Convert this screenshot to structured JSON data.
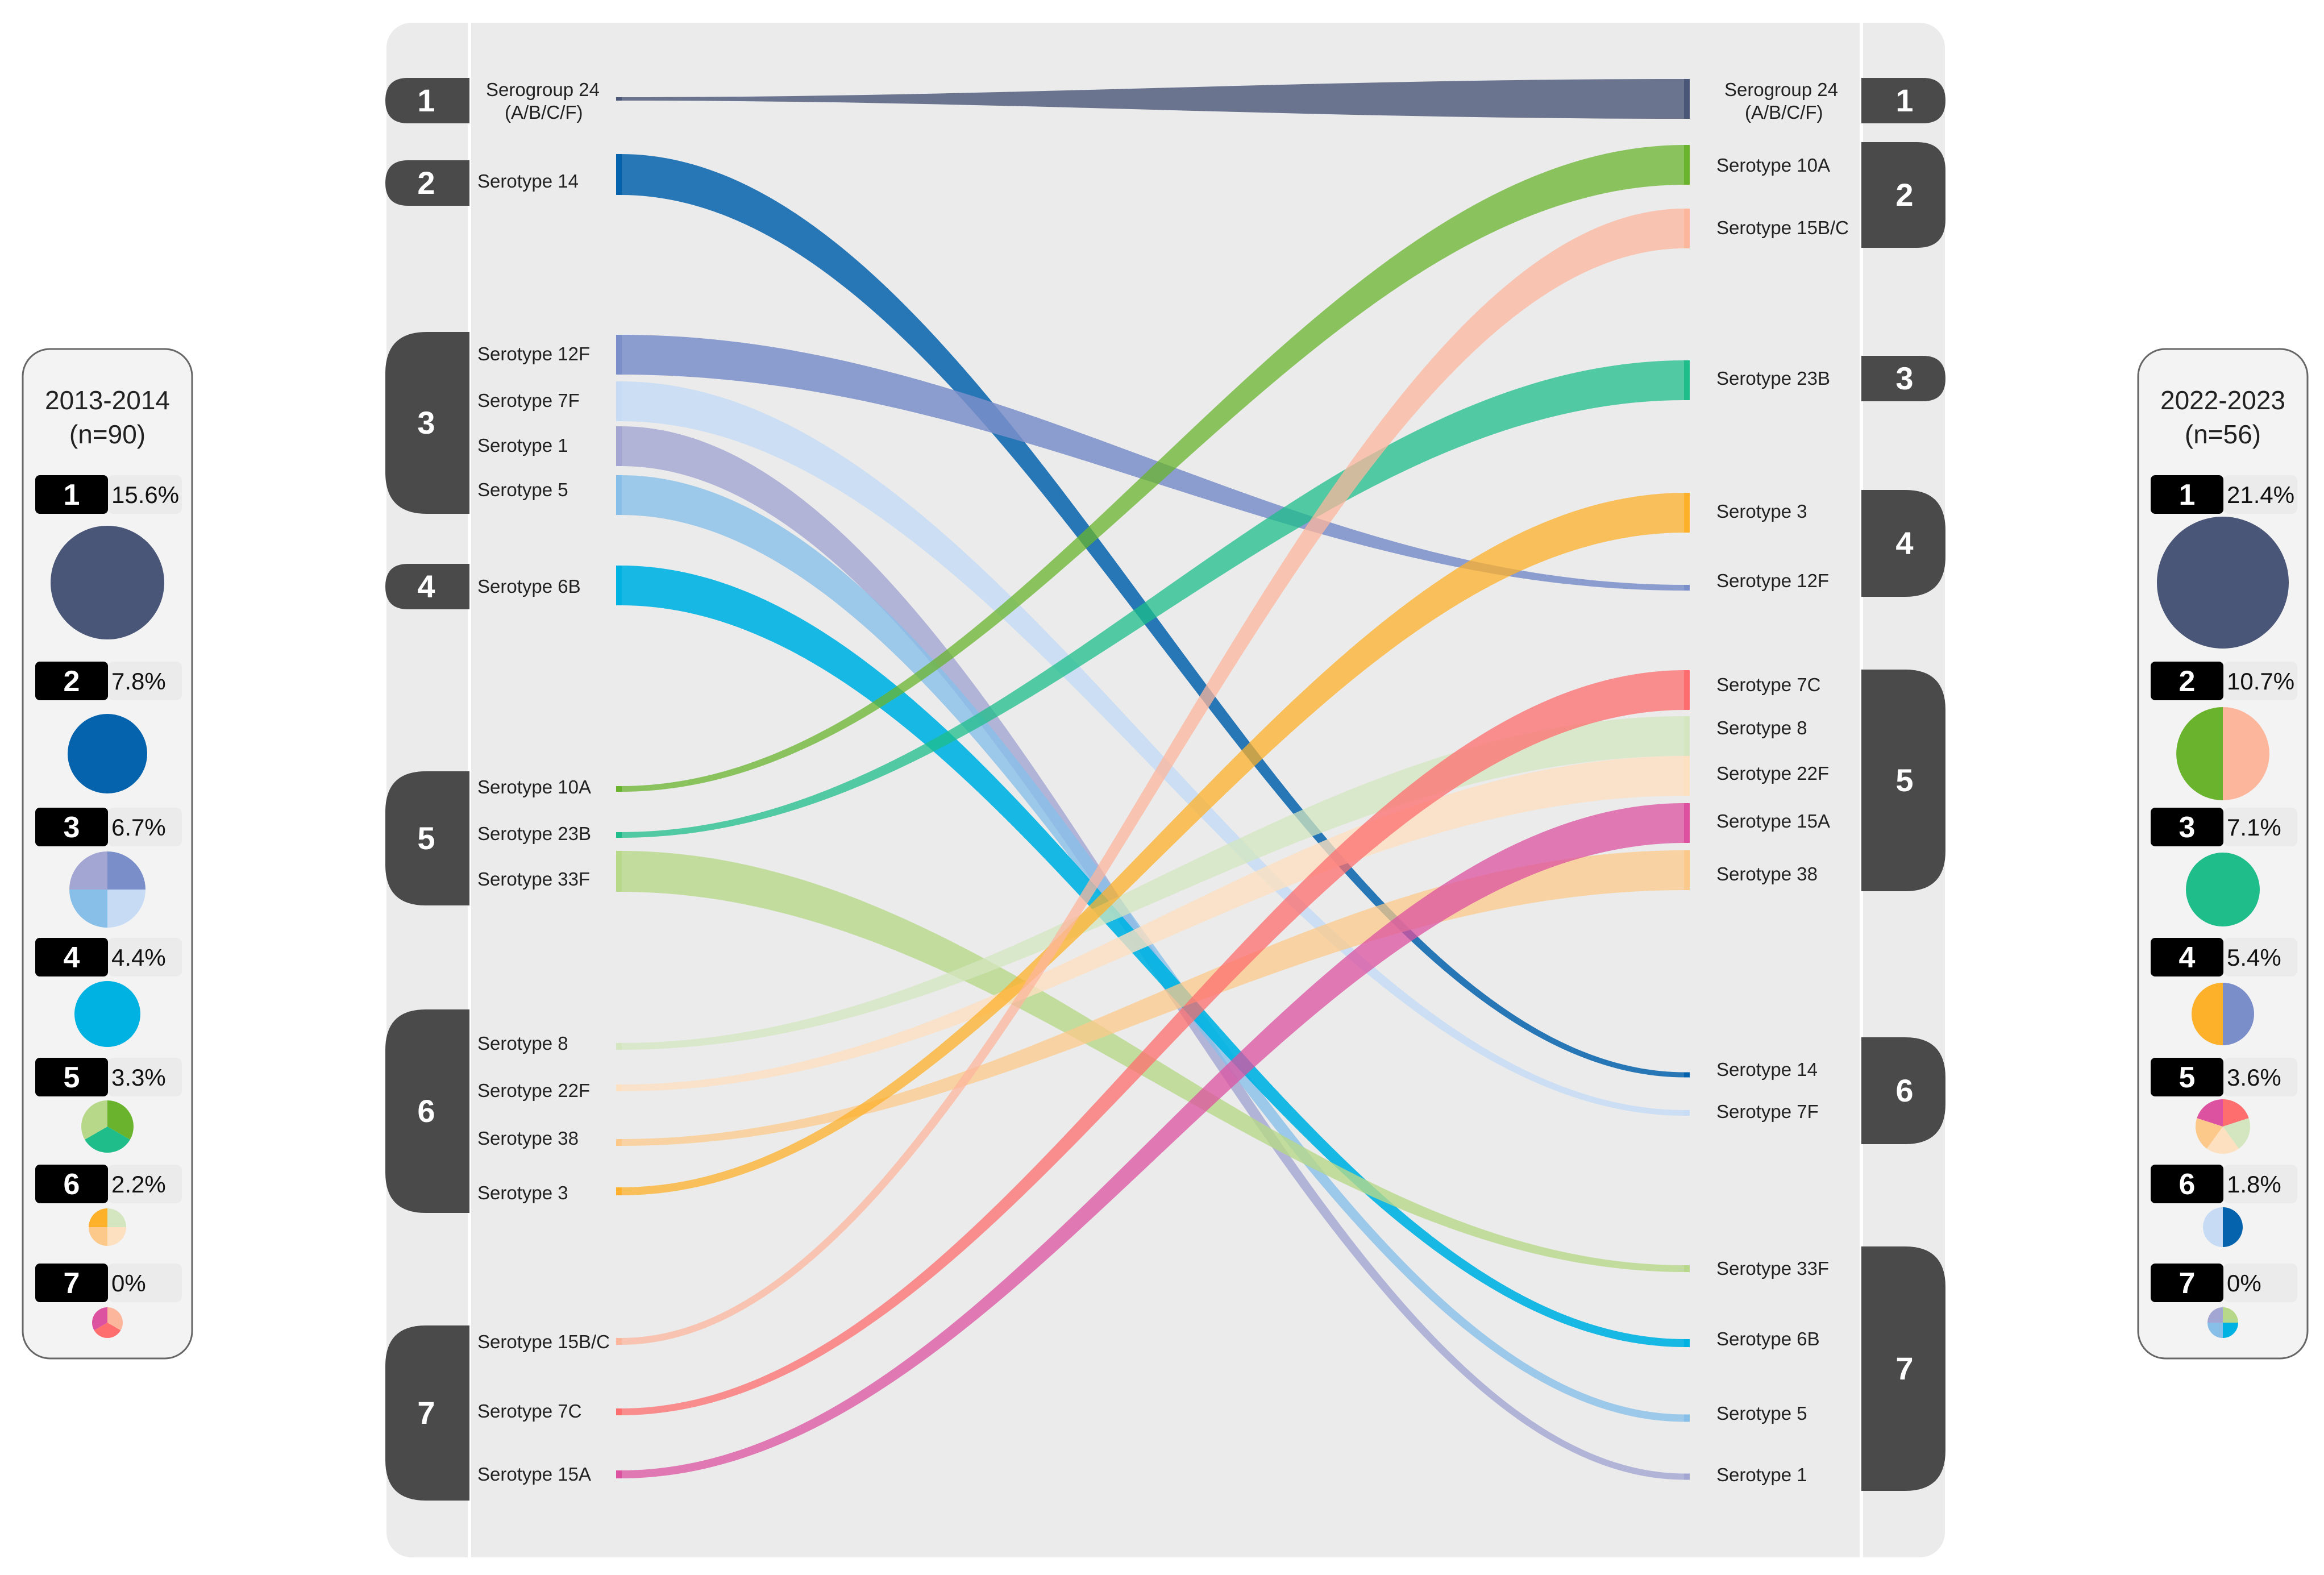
{
  "left_panel": {
    "title": "2013-2014",
    "subtitle": "(n=90)",
    "groups": [
      {
        "rank": "1",
        "pct": "15.6%",
        "fraction": 0.156
      },
      {
        "rank": "2",
        "pct": "7.8%",
        "fraction": 0.078
      },
      {
        "rank": "3",
        "pct": "6.7%",
        "fraction": 0.067
      },
      {
        "rank": "4",
        "pct": "4.4%",
        "fraction": 0.044
      },
      {
        "rank": "5",
        "pct": "3.3%",
        "fraction": 0.033
      },
      {
        "rank": "6",
        "pct": "2.2%",
        "fraction": 0.022
      },
      {
        "rank": "7",
        "pct": "0%",
        "fraction": 0.0
      }
    ]
  },
  "right_panel": {
    "title": "2022-2023",
    "subtitle": "(n=56)",
    "groups": [
      {
        "rank": "1",
        "pct": "21.4%",
        "fraction": 0.214
      },
      {
        "rank": "2",
        "pct": "10.7%",
        "fraction": 0.107
      },
      {
        "rank": "3",
        "pct": "7.1%",
        "fraction": 0.071
      },
      {
        "rank": "4",
        "pct": "5.4%",
        "fraction": 0.054
      },
      {
        "rank": "5",
        "pct": "3.6%",
        "fraction": 0.036
      },
      {
        "rank": "6",
        "pct": "1.8%",
        "fraction": 0.018
      },
      {
        "rank": "7",
        "pct": "0%",
        "fraction": 0.0
      }
    ]
  },
  "colors": {
    "sg24": "#4a5678",
    "st14": "#0563ad",
    "st12F": "#7a8ec9",
    "st7F": "#c7dcf4",
    "st1": "#a3a6d2",
    "st5": "#88bfe8",
    "st6B": "#00b2e2",
    "st10A": "#6ab42d",
    "st23B": "#1ebd8a",
    "st33F": "#b6d888",
    "st8": "#d3e6bf",
    "st22F": "#fce0c0",
    "st38": "#fcc98a",
    "st3": "#fdb02a",
    "st15BC": "#fcb69c",
    "st7C": "#fe6e6e",
    "st15A": "#dc52a0",
    "group_badge": "#4a4a4a",
    "panel_bg": "#ebebeb"
  },
  "sankey": {
    "left_groups": [
      {
        "label": "1",
        "serotypes": [
          "Serogroup 24 (A/B/C/F)"
        ]
      },
      {
        "label": "2",
        "serotypes": [
          "Serotype 14"
        ]
      },
      {
        "label": "3",
        "serotypes": [
          "Serotype 12F",
          "Serotype 7F",
          "Serotype 1",
          "Serotype 5"
        ]
      },
      {
        "label": "4",
        "serotypes": [
          "Serotype 6B"
        ]
      },
      {
        "label": "5",
        "serotypes": [
          "Serotype 10A",
          "Serotype 23B",
          "Serotype 33F"
        ]
      },
      {
        "label": "6",
        "serotypes": [
          "Serotype 8",
          "Serotype 22F",
          "Serotype 38",
          "Serotype 3"
        ]
      },
      {
        "label": "7",
        "serotypes": [
          "Serotype 15B/C",
          "Serotype 7C",
          "Serotype 15A"
        ]
      }
    ],
    "right_groups": [
      {
        "label": "1",
        "serotypes": [
          "Serogroup 24 (A/B/C/F)"
        ]
      },
      {
        "label": "2",
        "serotypes": [
          "Serotype 10A",
          "Serotype 15B/C"
        ]
      },
      {
        "label": "3",
        "serotypes": [
          "Serotype 23B"
        ]
      },
      {
        "label": "4",
        "serotypes": [
          "Serotype 3",
          "Serotype 12F"
        ]
      },
      {
        "label": "5",
        "serotypes": [
          "Serotype 7C",
          "Serotype 8",
          "Serotype 22F",
          "Serotype 15A",
          "Serotype 38"
        ]
      },
      {
        "label": "6",
        "serotypes": [
          "Serotype 14",
          "Serotype 7F"
        ]
      },
      {
        "label": "7",
        "serotypes": [
          "Serotype 33F",
          "Serotype 6B",
          "Serotype 5",
          "Serotype 1"
        ]
      }
    ],
    "left_labels": [
      {
        "line1": "Serogroup 24",
        "line2": "(A/B/C/F)"
      },
      {
        "line1": "Serotype 14"
      },
      {
        "line1": "Serotype 12F"
      },
      {
        "line1": "Serotype 7F"
      },
      {
        "line1": "Serotype 1"
      },
      {
        "line1": "Serotype 5"
      },
      {
        "line1": "Serotype 6B"
      },
      {
        "line1": "Serotype 10A"
      },
      {
        "line1": "Serotype 23B"
      },
      {
        "line1": "Serotype 33F"
      },
      {
        "line1": "Serotype 8"
      },
      {
        "line1": "Serotype 22F"
      },
      {
        "line1": "Serotype 38"
      },
      {
        "line1": "Serotype 3"
      },
      {
        "line1": "Serotype 15B/C"
      },
      {
        "line1": "Serotype 7C"
      },
      {
        "line1": "Serotype 15A"
      }
    ],
    "right_labels": [
      {
        "line1": "Serogroup 24",
        "line2": "(A/B/C/F)"
      },
      {
        "line1": "Serotype 10A"
      },
      {
        "line1": "Serotype 15B/C"
      },
      {
        "line1": "Serotype 23B"
      },
      {
        "line1": "Serotype 3"
      },
      {
        "line1": "Serotype 12F"
      },
      {
        "line1": "Serotype 7C"
      },
      {
        "line1": "Serotype 8"
      },
      {
        "line1": "Serotype 22F"
      },
      {
        "line1": "Serotype 15A"
      },
      {
        "line1": "Serotype 38"
      },
      {
        "line1": "Serotype 14"
      },
      {
        "line1": "Serotype 7F"
      },
      {
        "line1": "Serotype 33F"
      },
      {
        "line1": "Serotype 6B"
      },
      {
        "line1": "Serotype 5"
      },
      {
        "line1": "Serotype 1"
      }
    ]
  }
}
